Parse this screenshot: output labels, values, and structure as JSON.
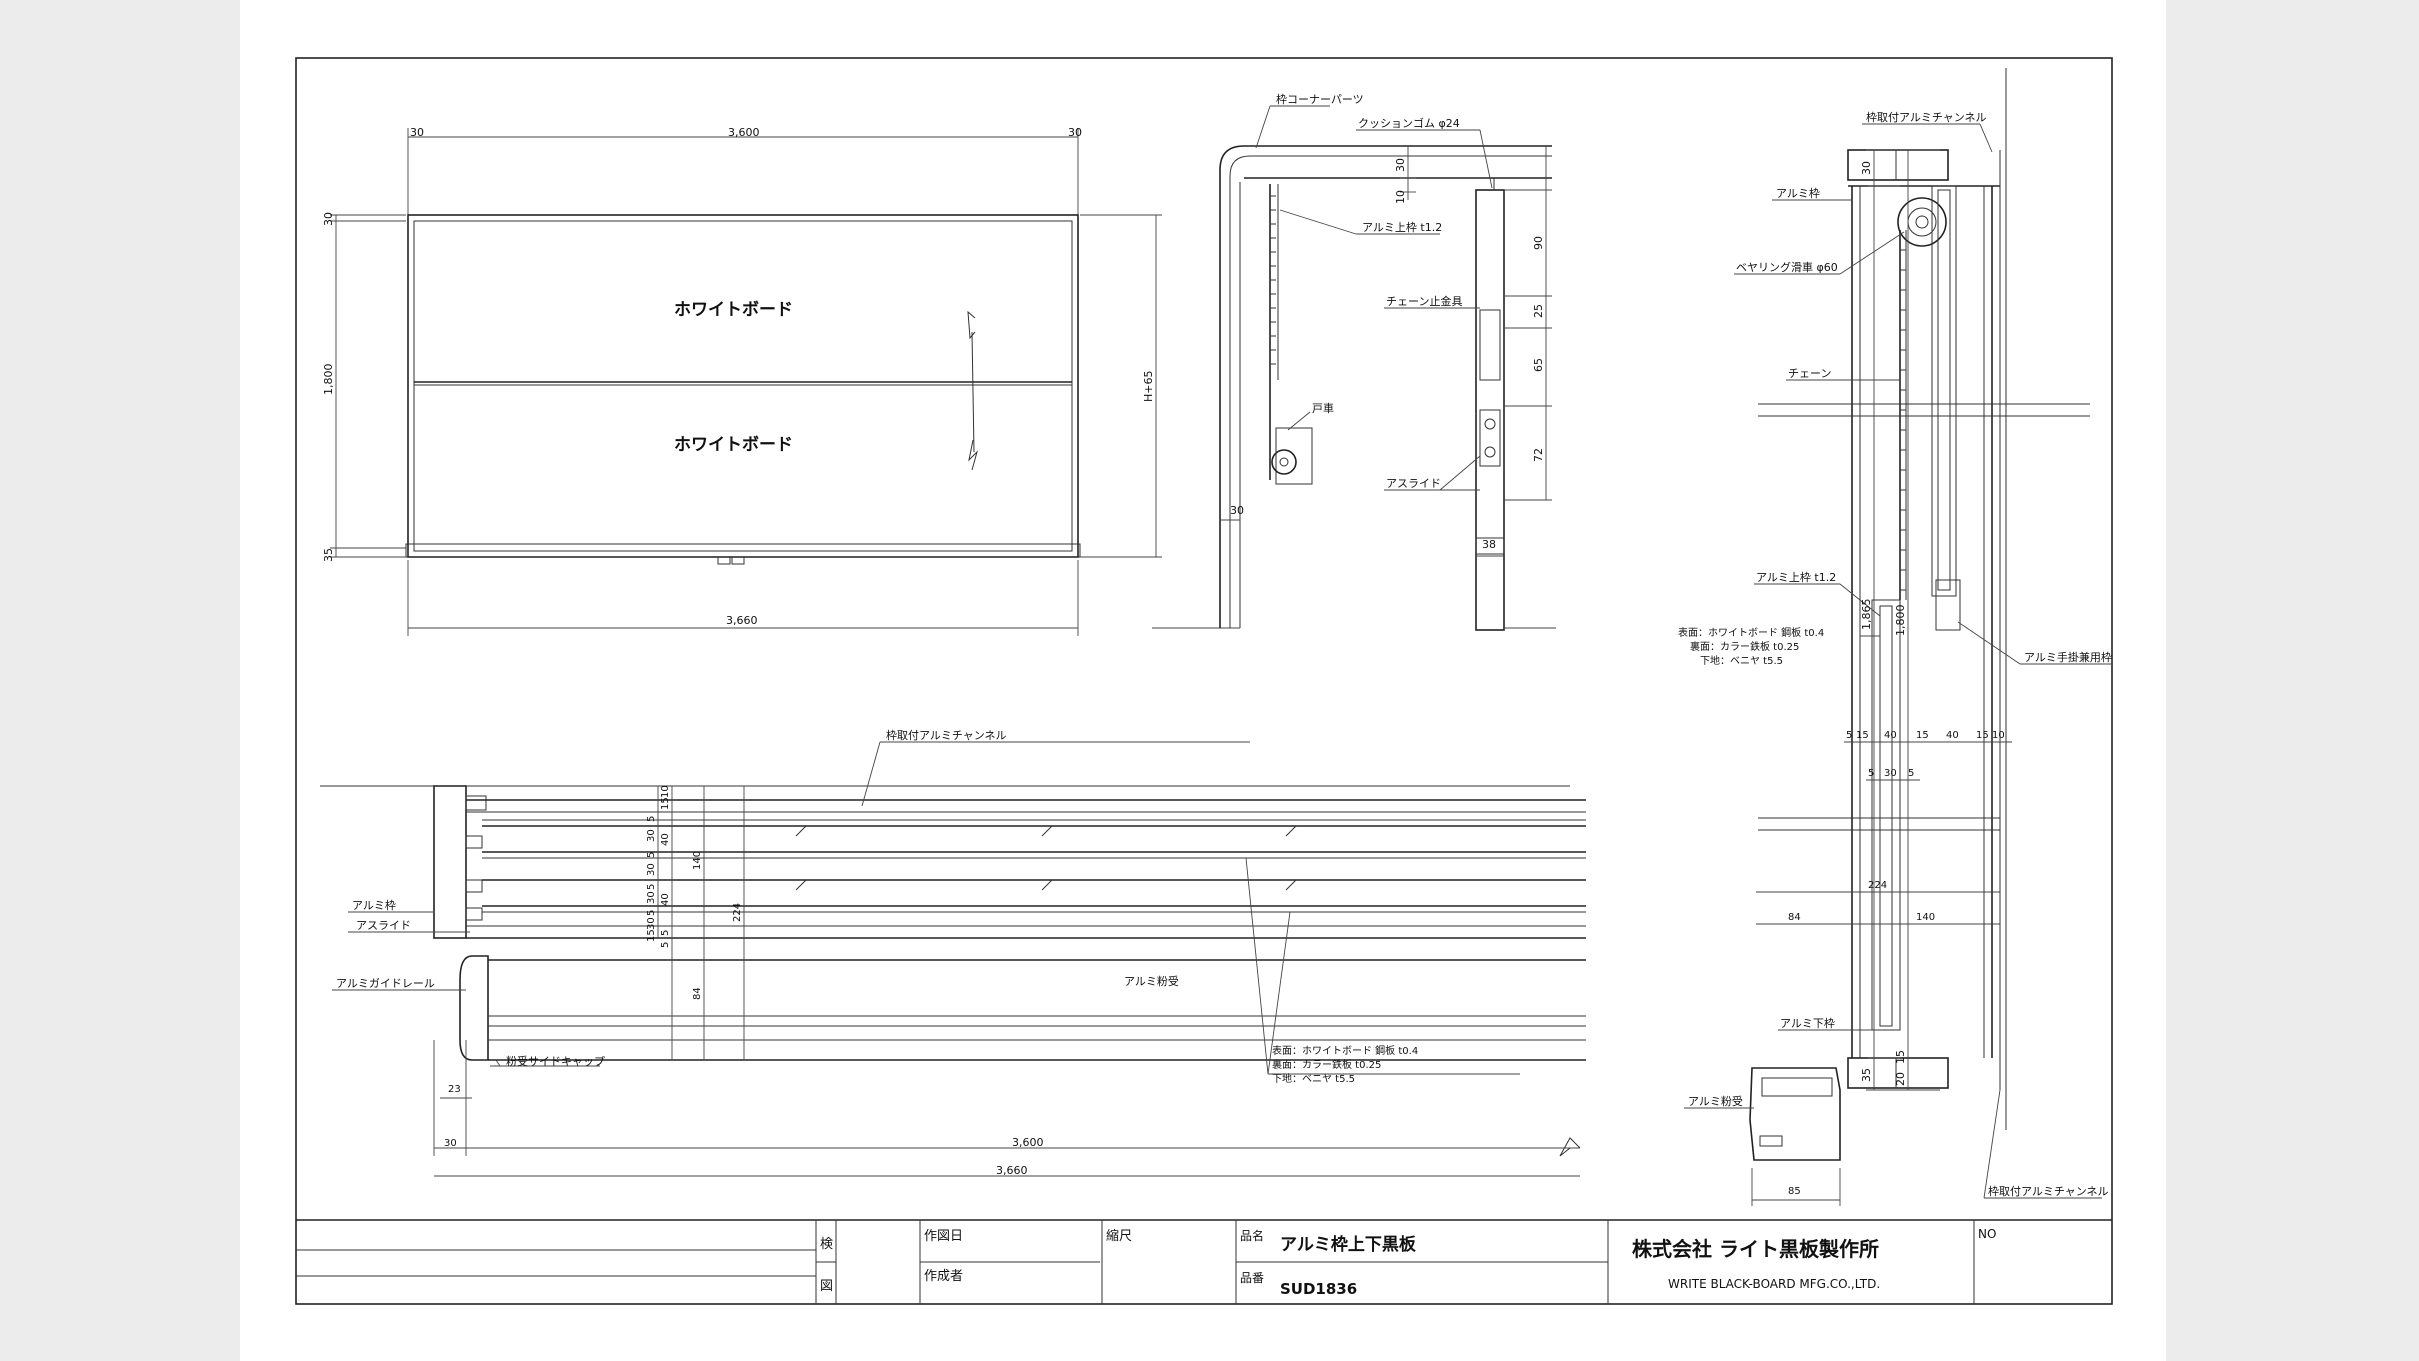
{
  "front_view": {
    "width_panel": "3,600",
    "margin_left": "30",
    "margin_right": "30",
    "overall_width": "3,660",
    "height": "1,800",
    "top": "30",
    "bottom": "35",
    "height_right": "H+65",
    "board_upper": "ホワイトボード",
    "board_lower": "ホワイトボード"
  },
  "side_detail": {
    "corner_parts": "枠コーナーパーツ",
    "cushion": "クッションゴム φ24",
    "upper_frame": "アルミ上枠 t1.2",
    "chain_stop": "チェーン止金具",
    "door_wheel": "戸車",
    "a_slide": "アスライド",
    "d30": "30",
    "d10": "10",
    "d90": "90",
    "d25": "25",
    "d65": "65",
    "d72": "72",
    "d38": "38",
    "d30b": "30"
  },
  "right_section": {
    "channel_top": "枠取付アルミチャンネル",
    "alu_frame": "アルミ枠",
    "bearing": "ベヤリング滑車 φ60",
    "chain": "チェーン",
    "upper_frame": "アルミ上枠 t1.2",
    "face": "表面：ホワイトボード 鋼板 t0.4",
    "back": "裏面：カラー鉄板 t0.25",
    "base": "下地：ベニヤ t5.5",
    "hand_frame": "アルミ手掛兼用枠",
    "lower_frame": "アルミ下枠",
    "chalk_tray": "アルミ粉受",
    "channel_bottom": "枠取付アルミチャンネル",
    "d1865": "1,865",
    "d1800": "1,800",
    "d30": "30",
    "d35": "35",
    "d20": "20",
    "d15": "15",
    "dims_row1": [
      "5",
      "15",
      "40",
      "15",
      "40",
      "15",
      "10"
    ],
    "dims_row2": [
      "5",
      "30",
      "5"
    ],
    "d224": "224",
    "d84": "84",
    "d140": "140",
    "d85": "85"
  },
  "plan_view": {
    "channel": "枠取付アルミチャンネル",
    "alu_frame": "アルミ枠",
    "a_slide": "アスライド",
    "guide_rail": "アルミガイドレール",
    "chalk_tray": "アルミ粉受",
    "side_cap": "粉受サイドキャップ",
    "face": "表面：ホワイトボード 鋼板 t0.4",
    "back": "裏面：カラー鉄板 t0.25",
    "base": "下地：ベニヤ t5.5",
    "d23": "23",
    "d30": "30",
    "d3600": "3,600",
    "d3660": "3,660",
    "d140": "140",
    "d224": "224",
    "d84": "84",
    "stack": [
      "10",
      "15",
      "5",
      "30",
      "5",
      "40",
      "30",
      "5",
      "30",
      "5",
      "40",
      "30",
      "5",
      "15",
      "5"
    ]
  },
  "title_block": {
    "ken": "検",
    "zu": "図",
    "drawn_date": "作図日",
    "scale": "縮尺",
    "author": "作成者",
    "name_label": "品名",
    "name_value": "アルミ枠上下黒板",
    "number_label": "品番",
    "number_value": "SUD1836",
    "company": "株式会社 ライト黒板製作所",
    "company_en": "WRITE BLACK-BOARD MFG.CO.,LTD.",
    "no": "NO"
  }
}
